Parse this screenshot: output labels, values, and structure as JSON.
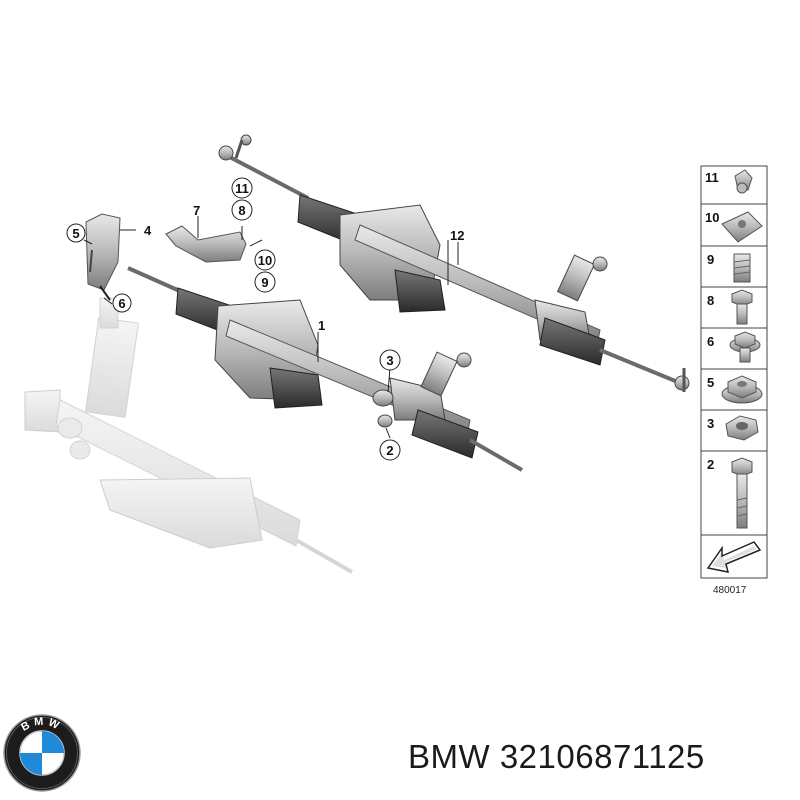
{
  "callouts": {
    "c1": "1",
    "c2": "2",
    "c3": "3",
    "c4": "4",
    "c5": "5",
    "c6": "6",
    "c7": "7",
    "c8": "8",
    "c9": "9",
    "c10": "10",
    "c11": "11",
    "c12": "12"
  },
  "legend": {
    "items": [
      "11",
      "10",
      "9",
      "8",
      "6",
      "5",
      "3",
      "2"
    ],
    "code": "480017"
  },
  "logo": {
    "text": "BMW"
  },
  "caption": {
    "brand": "BMW",
    "part_number": "32106871125"
  }
}
